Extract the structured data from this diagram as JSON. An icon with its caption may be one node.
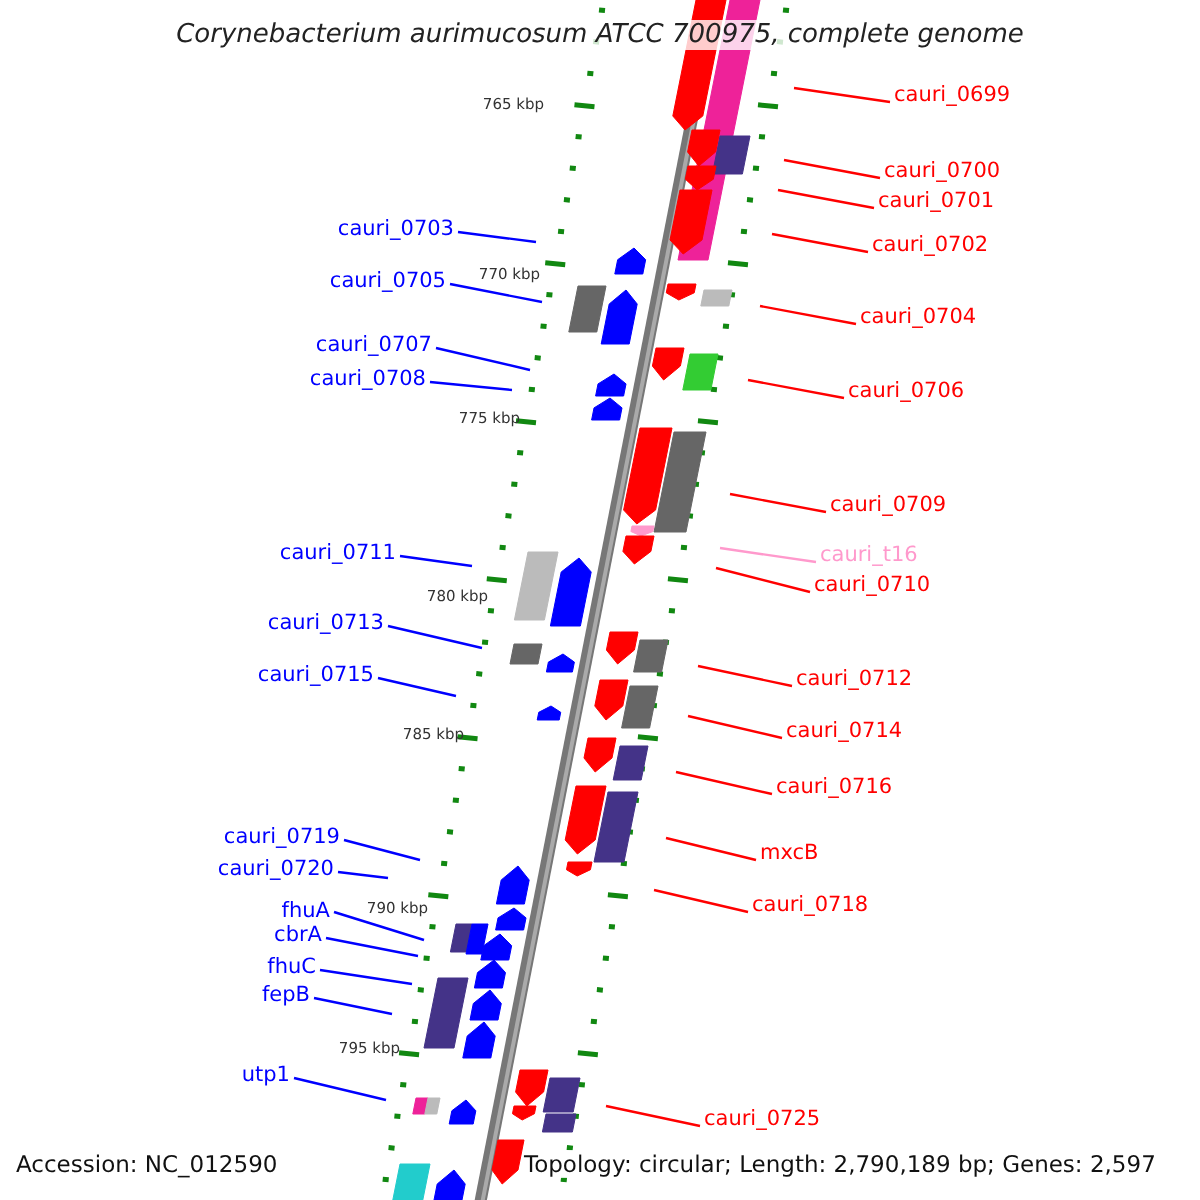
{
  "diagram": {
    "title": "Corynebacterium aurimucosum ATCC 700975, complete genome",
    "nodes": [
      {
        "text": [
          "cauri_0699"
        ]
      },
      {
        "text": [
          "cauri_0700"
        ]
      },
      {
        "text": [
          "cauri_0701"
        ]
      },
      {
        "text": [
          "cauri_0702"
        ]
      },
      {
        "text": [
          "cauri_0703"
        ]
      },
      {
        "text": [
          "cauri_0705"
        ]
      },
      {
        "text": [
          "cauri_0704"
        ]
      },
      {
        "text": [
          "cauri_0707"
        ]
      },
      {
        "text": [
          "cauri_0708"
        ]
      },
      {
        "text": [
          "cauri_0706"
        ]
      },
      {
        "text": [
          "cauri_0709"
        ]
      },
      {
        "text": [
          "cauri_0711"
        ]
      },
      {
        "text": [
          "cauri_t16"
        ]
      },
      {
        "text": [
          "cauri_0710"
        ]
      },
      {
        "text": [
          "cauri_0713"
        ]
      },
      {
        "text": [
          "cauri_0715"
        ]
      },
      {
        "text": [
          "cauri_0712"
        ]
      },
      {
        "text": [
          "cauri_0714"
        ]
      },
      {
        "text": [
          "cauri_0716"
        ]
      },
      {
        "text": [
          "cauri_0719"
        ]
      },
      {
        "text": [
          "mxcB"
        ]
      },
      {
        "text": [
          "cauri_0720"
        ]
      },
      {
        "text": [
          "fhuA"
        ]
      },
      {
        "text": [
          "cauri_0718"
        ]
      },
      {
        "text": [
          "cbrA"
        ]
      },
      {
        "text": [
          "fhuC"
        ]
      },
      {
        "text": [
          "fepB"
        ]
      },
      {
        "text": [
          "utp1"
        ]
      },
      {
        "text": [
          "cauri_0725"
        ]
      }
    ],
    "edges": [
      {
        "from": 0,
        "to": null,
        "arrow": "none",
        "color": "#ff0000"
      },
      {
        "from": 1,
        "to": null,
        "arrow": "none",
        "color": "#ff0000"
      },
      {
        "from": 2,
        "to": null,
        "arrow": "none",
        "color": "#ff0000"
      },
      {
        "from": 3,
        "to": null,
        "arrow": "none",
        "color": "#ff0000"
      },
      {
        "from": 4,
        "to": null,
        "arrow": "none",
        "color": "#0000ff"
      },
      {
        "from": 5,
        "to": null,
        "arrow": "none",
        "color": "#0000ff"
      },
      {
        "from": 6,
        "to": null,
        "arrow": "none",
        "color": "#ff0000"
      },
      {
        "from": 7,
        "to": null,
        "arrow": "none",
        "color": "#0000ff"
      },
      {
        "from": 8,
        "to": null,
        "arrow": "none",
        "color": "#0000ff"
      },
      {
        "from": 9,
        "to": null,
        "arrow": "none",
        "color": "#ff0000"
      },
      {
        "from": 10,
        "to": null,
        "arrow": "none",
        "color": "#ff0000"
      },
      {
        "from": 11,
        "to": null,
        "arrow": "none",
        "color": "#0000ff"
      },
      {
        "from": 12,
        "to": null,
        "arrow": "none",
        "color": "#ff99cc"
      },
      {
        "from": 13,
        "to": null,
        "arrow": "none",
        "color": "#ff0000"
      },
      {
        "from": 14,
        "to": null,
        "arrow": "none",
        "color": "#0000ff"
      },
      {
        "from": 15,
        "to": null,
        "arrow": "none",
        "color": "#0000ff"
      },
      {
        "from": 16,
        "to": null,
        "arrow": "none",
        "color": "#ff0000"
      },
      {
        "from": 17,
        "to": null,
        "arrow": "none",
        "color": "#ff0000"
      },
      {
        "from": 18,
        "to": null,
        "arrow": "none",
        "color": "#ff0000"
      },
      {
        "from": 19,
        "to": null,
        "arrow": "none",
        "color": "#0000ff"
      },
      {
        "from": 20,
        "to": null,
        "arrow": "none",
        "color": "#ff0000"
      },
      {
        "from": 21,
        "to": null,
        "arrow": "none",
        "color": "#0000ff"
      },
      {
        "from": 22,
        "to": null,
        "arrow": "none",
        "color": "#0000ff"
      },
      {
        "from": 23,
        "to": null,
        "arrow": "none",
        "color": "#ff0000"
      },
      {
        "from": 24,
        "to": null,
        "arrow": "none",
        "color": "#0000ff"
      },
      {
        "from": 25,
        "to": null,
        "arrow": "none",
        "color": "#0000ff"
      },
      {
        "from": 26,
        "to": null,
        "arrow": "none",
        "color": "#0000ff"
      },
      {
        "from": 27,
        "to": null,
        "arrow": "none",
        "color": "#0000ff"
      },
      {
        "from": 28,
        "to": null,
        "arrow": "none",
        "color": "#ff0000"
      }
    ],
    "labels": [
      "765 kbp",
      "770 kbp",
      "775 kbp",
      "780 kbp",
      "785 kbp",
      "790 kbp",
      "795 kbp",
      "Accession: NC_012590",
      "Topology: circular; Length: 2,790,189 bp; Genes: 2,597"
    ]
  }
}
